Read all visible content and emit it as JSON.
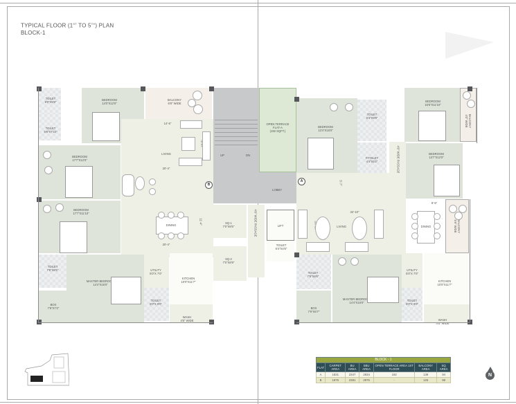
{
  "title": {
    "line1_prefix": "TYPICAL FLOOR (1",
    "line1_sup1": "ST",
    "line1_mid": " TO 5",
    "line1_sup2": "TH",
    "line1_suffix": ") PLAN",
    "line2": "BLOCK-1"
  },
  "flat_b": {
    "rooms": {
      "toilet_1": {
        "name": "TOILET",
        "size": "9'0\"X5'9\""
      },
      "toilet_2": {
        "name": "TOILET",
        "size": "5'8\"X7'10\""
      },
      "bedroom_1": {
        "name": "BEDROOM",
        "size": "14'0\"X12'0\""
      },
      "balcony": {
        "name": "BALCONY",
        "size": "6'8\" WIDE"
      },
      "living": {
        "name": "LIVING"
      },
      "bedroom_2": {
        "name": "BEDROOM",
        "size": "17'7\"X12'0\""
      },
      "bedroom_3": {
        "name": "BEDROOM",
        "size": "17'7\"X11'10\""
      },
      "dining": {
        "name": "DINING"
      },
      "master_bedroom": {
        "name": "MASTER BEDROOM",
        "size": "14'4\"X16'0\""
      },
      "toilet_3": {
        "name": "TOILET",
        "size": "7'8\"X8'5\""
      },
      "box": {
        "name": "BOX",
        "size": "7'9\"X7'2\""
      },
      "utility": {
        "name": "UTILITY",
        "size": "5'0\"X 7'0\""
      },
      "toilet_4": {
        "name": "TOILET",
        "size": "5'0\"X 9'0\""
      },
      "kitchen": {
        "name": "KITCHEN",
        "size": "10'0\"X11'7\""
      },
      "wash": {
        "name": "WASH",
        "size": "4'5\" WIDE"
      }
    },
    "dimensions": {
      "d1": "14'-5\"",
      "d2": "18'-5\"",
      "d3": "20'-4\"",
      "d4": "11'-4\"",
      "d5": "20'-4\""
    },
    "marker": "B"
  },
  "core": {
    "stair_up": "UP",
    "stair_dn": "DN",
    "lobby": "LOBBY",
    "lift": "LIFT",
    "sq1": {
      "name": "SQ-1",
      "size": "7'0\"X8'5\""
    },
    "sq2": {
      "name": "SQ-2",
      "size": "7'0\"X8'9\""
    },
    "passage": "4'0\" WIDE PASSAGE",
    "toilet": {
      "name": "TOILET",
      "size": "6'4\"X4'6\""
    }
  },
  "flat_a": {
    "rooms": {
      "open_terrace": {
        "name": "OPEN TERRACE",
        "sub": "FLAT-A",
        "size": "(192 SQFT.)"
      },
      "bedroom_1": {
        "name": "BEDROOM",
        "size": "13'4\"X16'0\""
      },
      "toilet_1": {
        "name": "TOILET",
        "size": "6'4\"X9'9\""
      },
      "ptoilet": {
        "name": "P.TOILET",
        "size": "4'4\"X5'2\""
      },
      "bedroom_2": {
        "name": "BEDROOM",
        "size": "15'5\"X11'10\""
      },
      "balcony_1": {
        "name": "BALCONY",
        "size": "4'0\" WIDE"
      },
      "passage": {
        "name": "4'0\" WIDE PASSAGE"
      },
      "bedroom_3": {
        "name": "BEDROOM",
        "size": "13'7\"X12'0\""
      },
      "living": {
        "name": "LIVING"
      },
      "dining": {
        "name": "DINING"
      },
      "balcony_2": {
        "name": "BALCONY",
        "size": "5'6\" WIDE"
      },
      "toilet_2": {
        "name": "TOILET",
        "size": "7'8\"X8'6\""
      },
      "master_bedroom": {
        "name": "MASTER BEDROOM",
        "size": "14'4\"X16'0\""
      },
      "box": {
        "name": "BOX",
        "size": "7'9\"X6'7\""
      },
      "utility": {
        "name": "UTILITY",
        "size": "5'0\"X 7'0\""
      },
      "toilet_3": {
        "name": "TOILET",
        "size": "5'0\"X 9'0\""
      },
      "kitchen": {
        "name": "KITCHEN",
        "size": "10'0\"X11'7\""
      },
      "wash": {
        "name": "WASH",
        "size": "4'5\" WIDE"
      }
    },
    "dimensions": {
      "d1": "5'-7\"",
      "d2": "32'-10\"",
      "d3": "12'-10\"",
      "d4": "8'-5\""
    },
    "marker": "A"
  },
  "area_table": {
    "title": "BLOCK - 1",
    "headers": [
      "FLAT",
      "CARPET AREA",
      "BU AREA",
      "SBU AREA",
      "OPEN TERRACE AREA 1ST FLOOR",
      "BALCONY AREA",
      "SQ AREA"
    ],
    "rows": [
      [
        "A",
        "1831",
        "2347",
        "2934",
        "192",
        "139",
        "94"
      ],
      [
        "B",
        "1876",
        "2381",
        "2976",
        "-",
        "126",
        "98"
      ]
    ]
  },
  "north": {
    "label": "N"
  },
  "colors": {
    "bedroom_fill": "#dfe4da",
    "living_fill": "#eef0e6",
    "terrace_fill": "#dde9d4",
    "core_fill": "#c8c9cb",
    "table_header": "#2f4d55",
    "table_title": "#9aa640",
    "table_row_b": "#e8e8c8"
  }
}
